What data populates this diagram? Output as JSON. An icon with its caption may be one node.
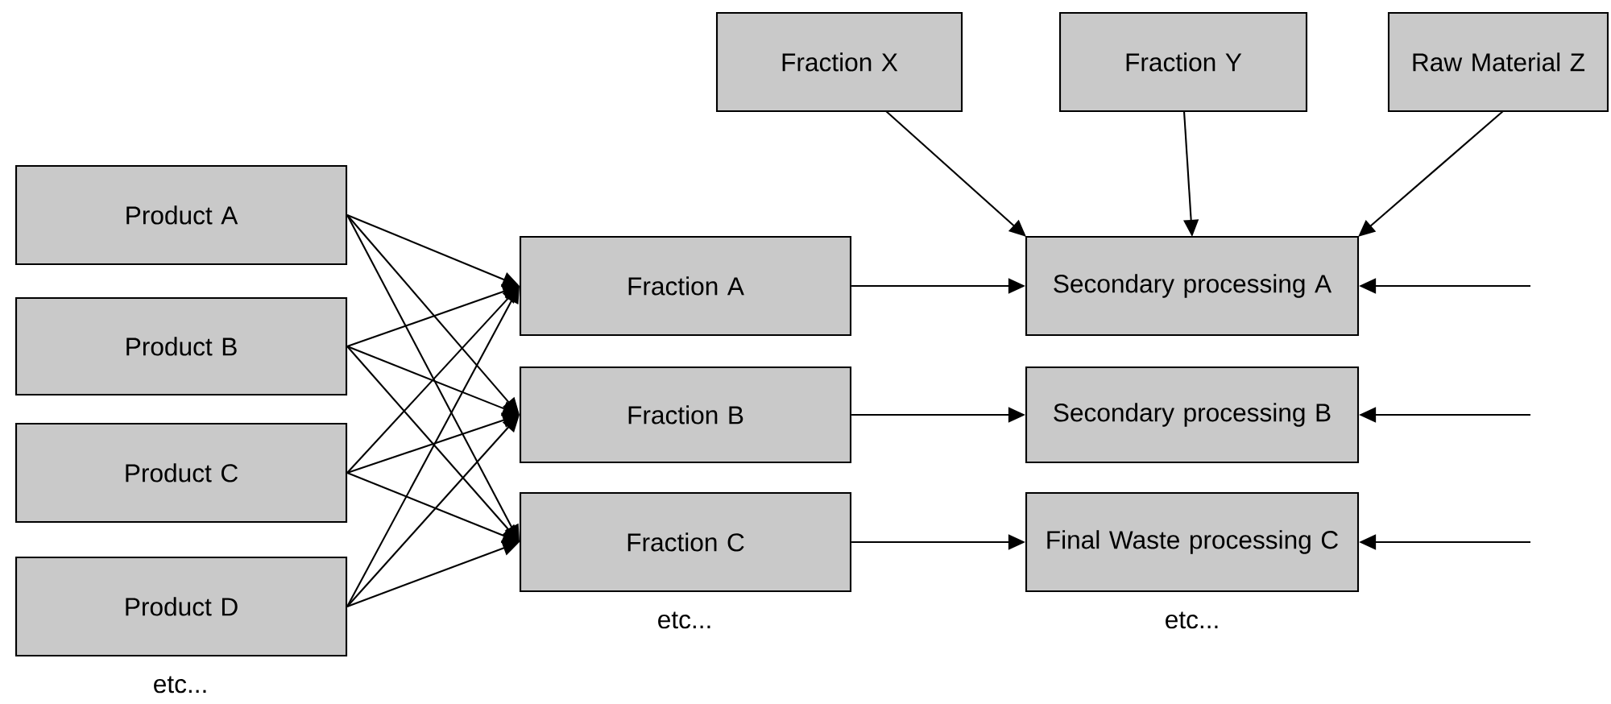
{
  "diagram": {
    "nodes": [
      {
        "text": [
          "Product A"
        ]
      },
      {
        "text": [
          "Product B"
        ]
      },
      {
        "text": [
          "Product C"
        ]
      },
      {
        "text": [
          "Product D"
        ]
      },
      {
        "text": [
          "Fraction A"
        ]
      },
      {
        "text": [
          "Fraction B"
        ]
      },
      {
        "text": [
          "Fraction C"
        ]
      },
      {
        "text": [
          "Fraction X"
        ]
      },
      {
        "text": [
          "Fraction Y"
        ]
      },
      {
        "text": [
          "Raw Material Z"
        ]
      },
      {
        "text": [
          "Secondary processing A"
        ]
      },
      {
        "text": [
          "Secondary processing B"
        ]
      },
      {
        "text": [
          "Final Waste processing C"
        ]
      }
    ],
    "edges": [
      {
        "from": 0,
        "to": 4,
        "arrow": "to"
      },
      {
        "from": 0,
        "to": 5,
        "arrow": "to"
      },
      {
        "from": 0,
        "to": 6,
        "arrow": "to"
      },
      {
        "from": 1,
        "to": 4,
        "arrow": "to"
      },
      {
        "from": 1,
        "to": 5,
        "arrow": "to"
      },
      {
        "from": 1,
        "to": 6,
        "arrow": "to"
      },
      {
        "from": 2,
        "to": 4,
        "arrow": "to"
      },
      {
        "from": 2,
        "to": 5,
        "arrow": "to"
      },
      {
        "from": 2,
        "to": 6,
        "arrow": "to"
      },
      {
        "from": 3,
        "to": 4,
        "arrow": "to"
      },
      {
        "from": 3,
        "to": 5,
        "arrow": "to"
      },
      {
        "from": 3,
        "to": 6,
        "arrow": "to"
      },
      {
        "from": 7,
        "to": 10,
        "arrow": "to"
      },
      {
        "from": 8,
        "to": 10,
        "arrow": "to"
      },
      {
        "from": 9,
        "to": 10,
        "arrow": "to"
      },
      {
        "from": 4,
        "to": 10,
        "arrow": "to"
      },
      {
        "from": 5,
        "to": 11,
        "arrow": "to"
      },
      {
        "from": 6,
        "to": 12,
        "arrow": "to"
      },
      {
        "from": null,
        "to": 10,
        "arrow": "to"
      },
      {
        "from": null,
        "to": 11,
        "arrow": "to"
      },
      {
        "from": null,
        "to": 12,
        "arrow": "to"
      }
    ],
    "labels": [
      "etc...",
      "etc...",
      "etc..."
    ]
  }
}
